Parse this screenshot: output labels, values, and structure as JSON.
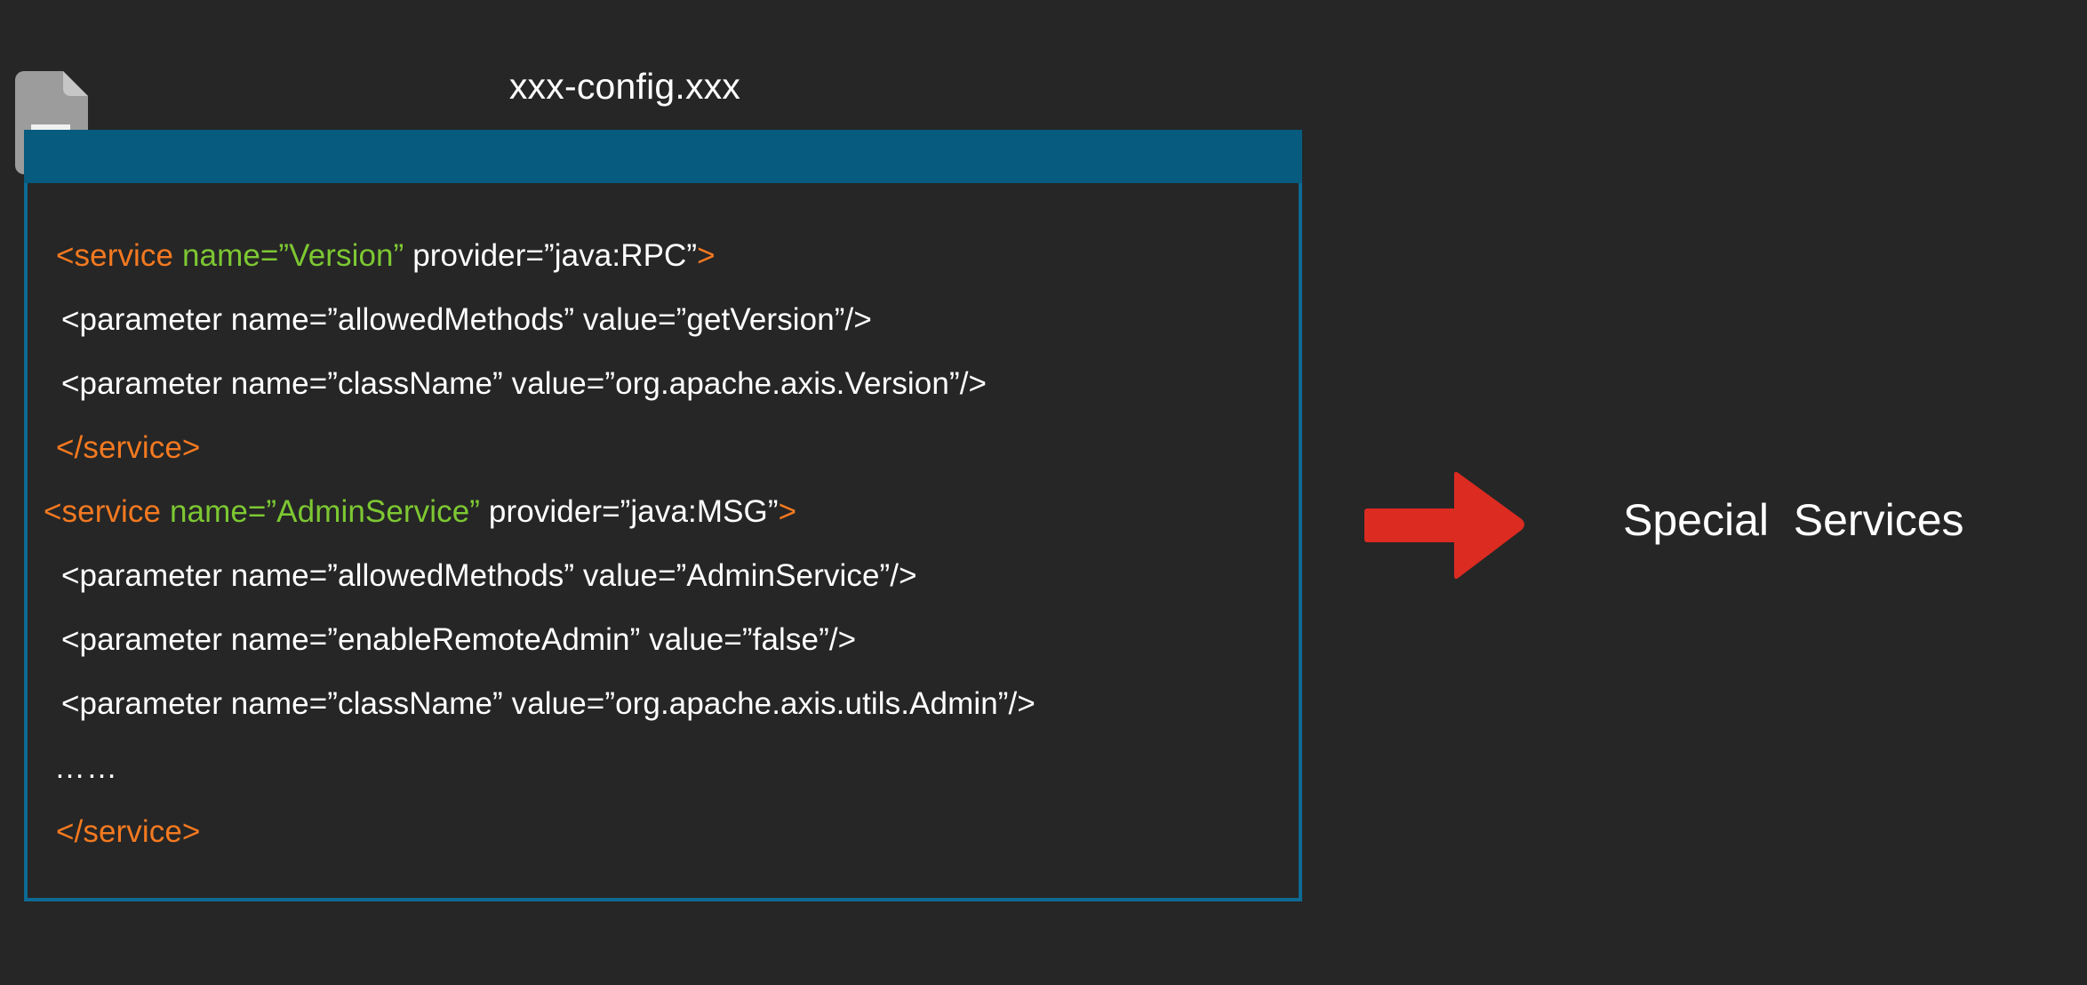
{
  "slide": {
    "background_color": "#262626",
    "title": "xxx-config.xxx"
  },
  "doc_icon": {
    "name": "document-file-icon",
    "body_color": "#9C9C9C",
    "fold_color": "#C4C4C4",
    "line_color": "#F0F0F0"
  },
  "header_bar": {
    "color": "#065B7E",
    "label": ""
  },
  "code_panel": {
    "border_color": "#0E6A93",
    "background_color": "#262626",
    "colors": {
      "tag": "#F47920",
      "attribute": "#7DC832",
      "text": "#FFFFFF"
    },
    "lines": [
      {
        "indent": "ind-1",
        "tokens": [
          {
            "color": "tag",
            "text": "<service "
          },
          {
            "color": "attr",
            "text": "name=”Version”"
          },
          {
            "color": "plain",
            "text": " provider=”java:RPC”"
          },
          {
            "color": "tag",
            "text": ">"
          }
        ]
      },
      {
        "indent": "ind-2",
        "tokens": [
          {
            "color": "plain",
            "text": "<parameter name=”allowedMethods” value=”getVersion”/>"
          }
        ]
      },
      {
        "indent": "ind-2",
        "tokens": [
          {
            "color": "plain",
            "text": "<parameter name=”className” value=”org.apache.axis.Version”/>"
          }
        ]
      },
      {
        "indent": "ind-1",
        "tokens": [
          {
            "color": "tag",
            "text": "</service>"
          }
        ]
      },
      {
        "indent": "ind-0",
        "tokens": [
          {
            "color": "tag",
            "text": "<service "
          },
          {
            "color": "attr",
            "text": "name=”AdminService”"
          },
          {
            "color": "plain",
            "text": " provider=”java:MSG”"
          },
          {
            "color": "tag",
            "text": ">"
          }
        ]
      },
      {
        "indent": "ind-2",
        "tokens": [
          {
            "color": "plain",
            "text": "<parameter name=”allowedMethods” value=”AdminService”/>"
          }
        ]
      },
      {
        "indent": "ind-2",
        "tokens": [
          {
            "color": "plain",
            "text": "<parameter name=”enableRemoteAdmin” value=”false”/>"
          }
        ]
      },
      {
        "indent": "ind-2",
        "tokens": [
          {
            "color": "plain",
            "text": "<parameter name=”className” value=”org.apache.axis.utils.Admin”/>"
          }
        ]
      },
      {
        "indent": "ind-ellipsis",
        "ellipsis": true,
        "tokens": [
          {
            "color": "plain",
            "text": "……"
          }
        ]
      },
      {
        "indent": "ind-1",
        "tokens": [
          {
            "color": "tag",
            "text": "</service>"
          }
        ]
      }
    ]
  },
  "arrow": {
    "name": "right-arrow",
    "color": "#DC2B21",
    "direction": "right"
  },
  "right_label": {
    "text": "Special  Services",
    "color": "#FFFFFF"
  }
}
